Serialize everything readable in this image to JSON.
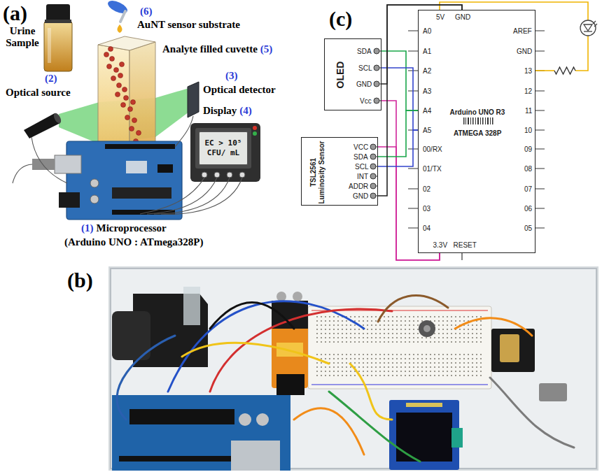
{
  "diagram": {
    "nodes": [
      {
        "text": [
          "EC > 10⁵ CFU/ mL"
        ]
      },
      {
        "text": [
          "OLED",
          "SDA",
          "SCL",
          "GND",
          "Vcc"
        ]
      },
      {
        "text": [
          "TSL2561 Luminosity Sensor",
          "VCC",
          "SDA",
          "SCL",
          "INT",
          "ADDR",
          "GND"
        ]
      },
      {
        "text": [
          "5V",
          "GND",
          "A0",
          "A1",
          "A2",
          "A3",
          "A4",
          "A5",
          "00/RX",
          "01/TX",
          "02",
          "03",
          "04",
          "3.3V",
          "RESET",
          "AREF",
          "GND",
          "13",
          "12",
          "11",
          "10",
          "09",
          "08",
          "07",
          "06",
          "05",
          "Arduino UNO R3",
          "ATMEGA 328P"
        ]
      }
    ],
    "edges": [
      {
        "from": 1,
        "to": 3,
        "arrow": "none"
      },
      {
        "from": 1,
        "to": 3,
        "arrow": "none"
      },
      {
        "from": 1,
        "to": 3,
        "arrow": "none"
      },
      {
        "from": 1,
        "to": 3,
        "arrow": "none"
      },
      {
        "from": 2,
        "to": 3,
        "arrow": "none"
      },
      {
        "from": 2,
        "to": 3,
        "arrow": "none"
      },
      {
        "from": 2,
        "to": 3,
        "arrow": "none"
      },
      {
        "from": 2,
        "to": 3,
        "arrow": "none"
      }
    ],
    "labels": [
      "(a)",
      "Urine Sample",
      "(6)",
      "AuNT sensor substrate",
      "Analyte filled cuvette",
      "(5)",
      "(2)",
      "Optical source",
      "(3)",
      "Optical detector",
      "Display",
      "(4)",
      "(1)",
      "Microprocessor",
      "(Arduino UNO : ATmega328P)",
      "(b)",
      "(c)"
    ]
  }
}
